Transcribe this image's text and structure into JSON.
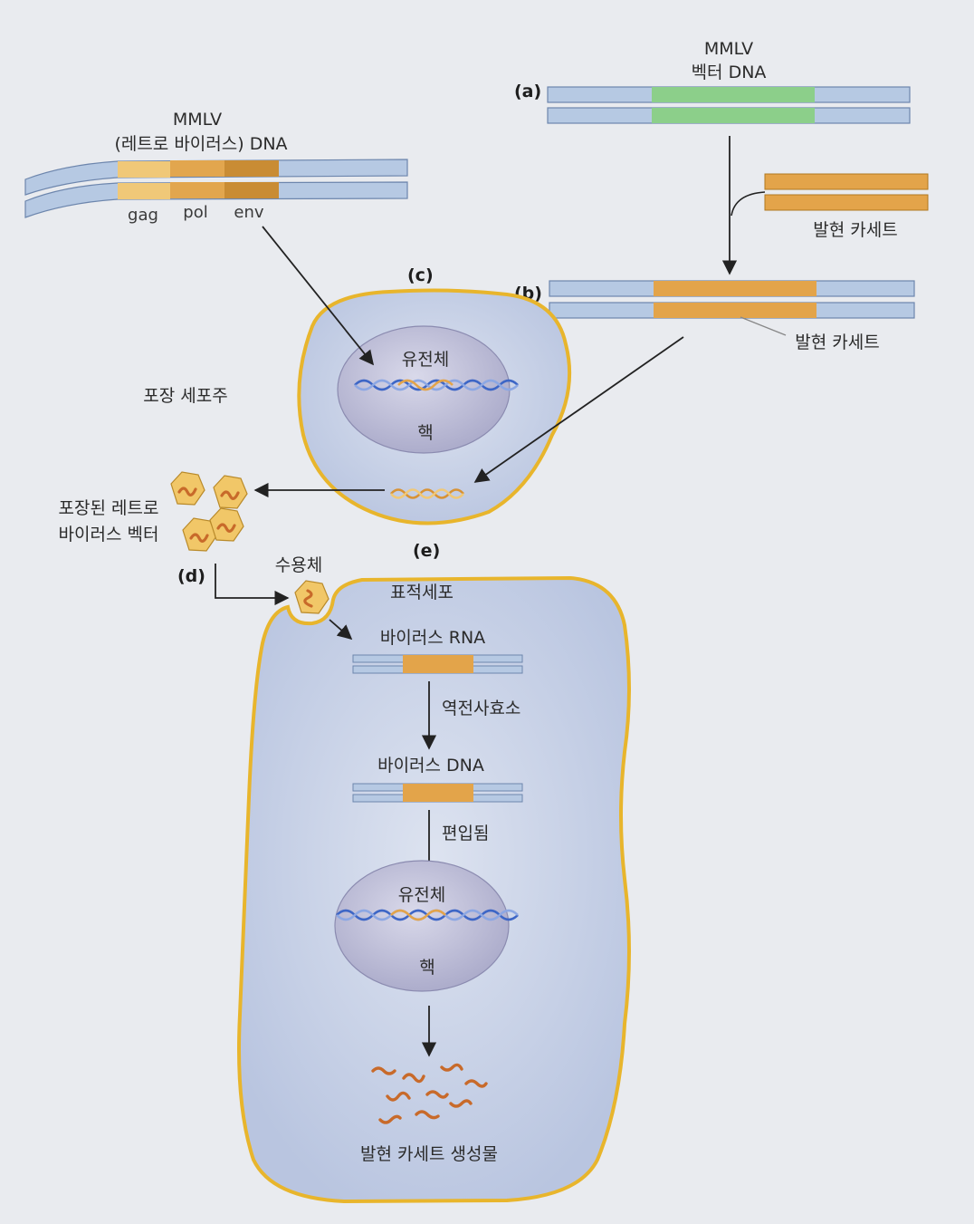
{
  "labels": {
    "a_marker": "(a)",
    "b_marker": "(b)",
    "c_marker": "(c)",
    "d_marker": "(d)",
    "e_marker": "(e)",
    "vector_line1": "MMLV",
    "vector_line2": "벡터 DNA",
    "retro_line1": "MMLV",
    "retro_line2": "(레트로 바이러스) DNA",
    "gene_gag": "gag",
    "gene_pol": "pol",
    "gene_env": "env",
    "expression_cassette_1": "발현 카세트",
    "expression_cassette_2": "발현 카세트",
    "genome_1": "유전체",
    "nucleus_1": "핵",
    "packaging_cell": "포장 세포주",
    "packaged_line1": "포장된 레트로",
    "packaged_line2": "바이러스 벡터",
    "receptor": "수용체",
    "target_cell": "표적세포",
    "viral_rna": "바이러스 RNA",
    "reverse_transcriptase": "역전사효소",
    "viral_dna": "바이러스 DNA",
    "integrated": "편입됨",
    "genome_2": "유전체",
    "nucleus_2": "핵",
    "product": "발현 카세트 생성물"
  },
  "colors": {
    "dna_blue": "#b6c9e3",
    "dna_outline": "#6d86ad",
    "insert_green": "#8ccf8a",
    "insert_orange": "#e3a44a",
    "gag_color": "#f0c878",
    "pol_color": "#e2a64e",
    "env_color": "#c98c34",
    "cell_border": "#e8b52c",
    "cell_fill": "#c9d3e8",
    "nucleus_fill": "#c4c4dc",
    "virus_fill": "#f1c768",
    "squiggle": "#c86a2a"
  }
}
